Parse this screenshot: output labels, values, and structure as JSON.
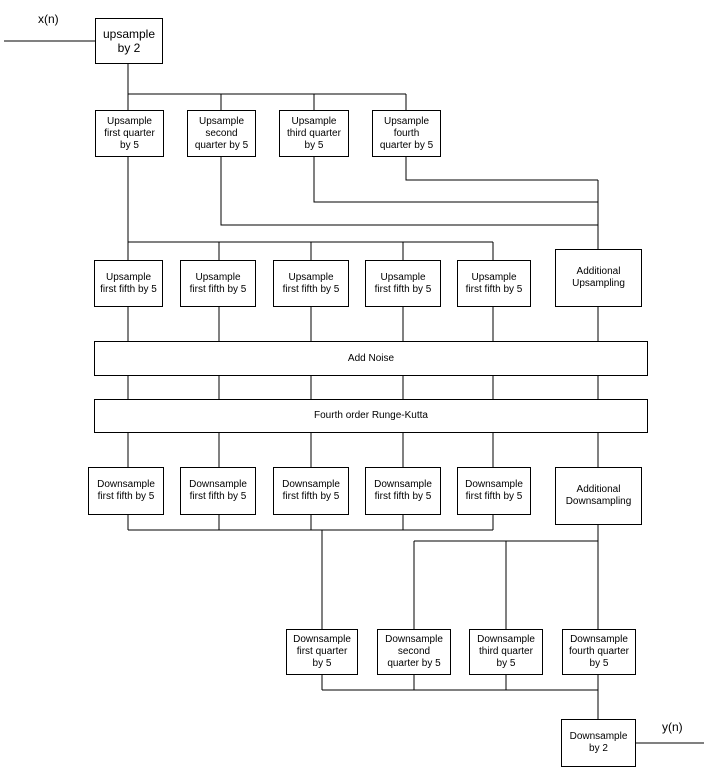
{
  "signals": {
    "input": "x(n)",
    "output": "y(n)"
  },
  "blocks": {
    "upsample2": "upsample\nby 2",
    "up_q1": "Upsample\nfirst quarter\nby 5",
    "up_q2": "Upsample\nsecond\nquarter by 5",
    "up_q3": "Upsample\nthird quarter\nby 5",
    "up_q4": "Upsample\nfourth\nquarter by 5",
    "up_f1": "Upsample\nfirst fifth by 5",
    "up_f2": "Upsample\nfirst fifth by 5",
    "up_f3": "Upsample\nfirst fifth by 5",
    "up_f4": "Upsample\nfirst fifth by 5",
    "up_f5": "Upsample\nfirst fifth by 5",
    "add_up": "Additional\nUpsampling",
    "add_noise": "Add Noise",
    "rk4": "Fourth order Runge-Kutta",
    "dn_f1": "Downsample\nfirst fifth by 5",
    "dn_f2": "Downsample\nfirst fifth by 5",
    "dn_f3": "Downsample\nfirst fifth by 5",
    "dn_f4": "Downsample\nfirst fifth by 5",
    "dn_f5": "Downsample\nfirst fifth by 5",
    "add_dn": "Additional\nDownsampling",
    "dn_q1": "Downsample\nfirst quarter\nby 5",
    "dn_q2": "Downsample\nsecond\nquarter by 5",
    "dn_q3": "Downsample\nthird quarter\nby 5",
    "dn_q4": "Downsample\nfourth quarter\nby 5",
    "downsample2": "Downsample\nby 2"
  }
}
